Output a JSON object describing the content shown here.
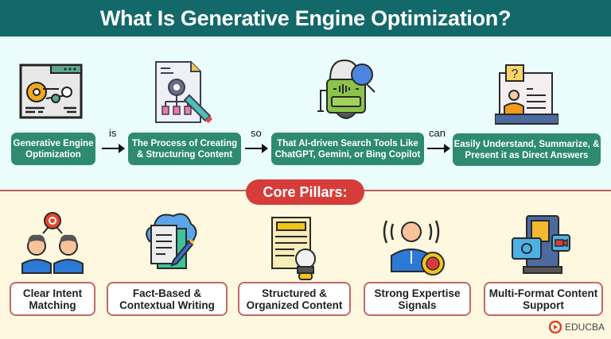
{
  "title": "What Is Generative Engine Optimization?",
  "flow": {
    "steps": [
      {
        "label": "Generative Engine Optimization",
        "icon": "settings-gear-window-icon"
      },
      {
        "label": "The Process of Creating & Structuring Content",
        "icon": "document-gear-pencil-icon"
      },
      {
        "label": "That AI-driven Search Tools Like ChatGPT, Gemini, or Bing Copilot",
        "icon": "robot-search-icon"
      },
      {
        "label": "Easily Understand, Summarize, & Present it as Direct Answers",
        "icon": "laptop-question-icon"
      }
    ],
    "connectors": [
      "is",
      "so",
      "can"
    ]
  },
  "section_label": "Core Pillars:",
  "pillars": [
    {
      "label": "Clear Intent Matching",
      "icon": "users-target-icon"
    },
    {
      "label": "Fact-Based & Contextual Writing",
      "icon": "cloud-document-pencil-icon"
    },
    {
      "label": "Structured & Organized Content",
      "icon": "document-lightbulb-icon"
    },
    {
      "label": "Strong Expertise Signals",
      "icon": "expert-badge-icon"
    },
    {
      "label": "Multi-Format Content Support",
      "icon": "multimedia-device-icon"
    }
  ],
  "brand": {
    "name": "EDUCBA"
  },
  "colors": {
    "header": "#13686a",
    "step_box": "#2e8b6f",
    "pill": "#d63d3a",
    "pillar_border": "#bf6a66",
    "top_bg": "#eafdfc",
    "bottom_bg": "#fdf8df"
  }
}
